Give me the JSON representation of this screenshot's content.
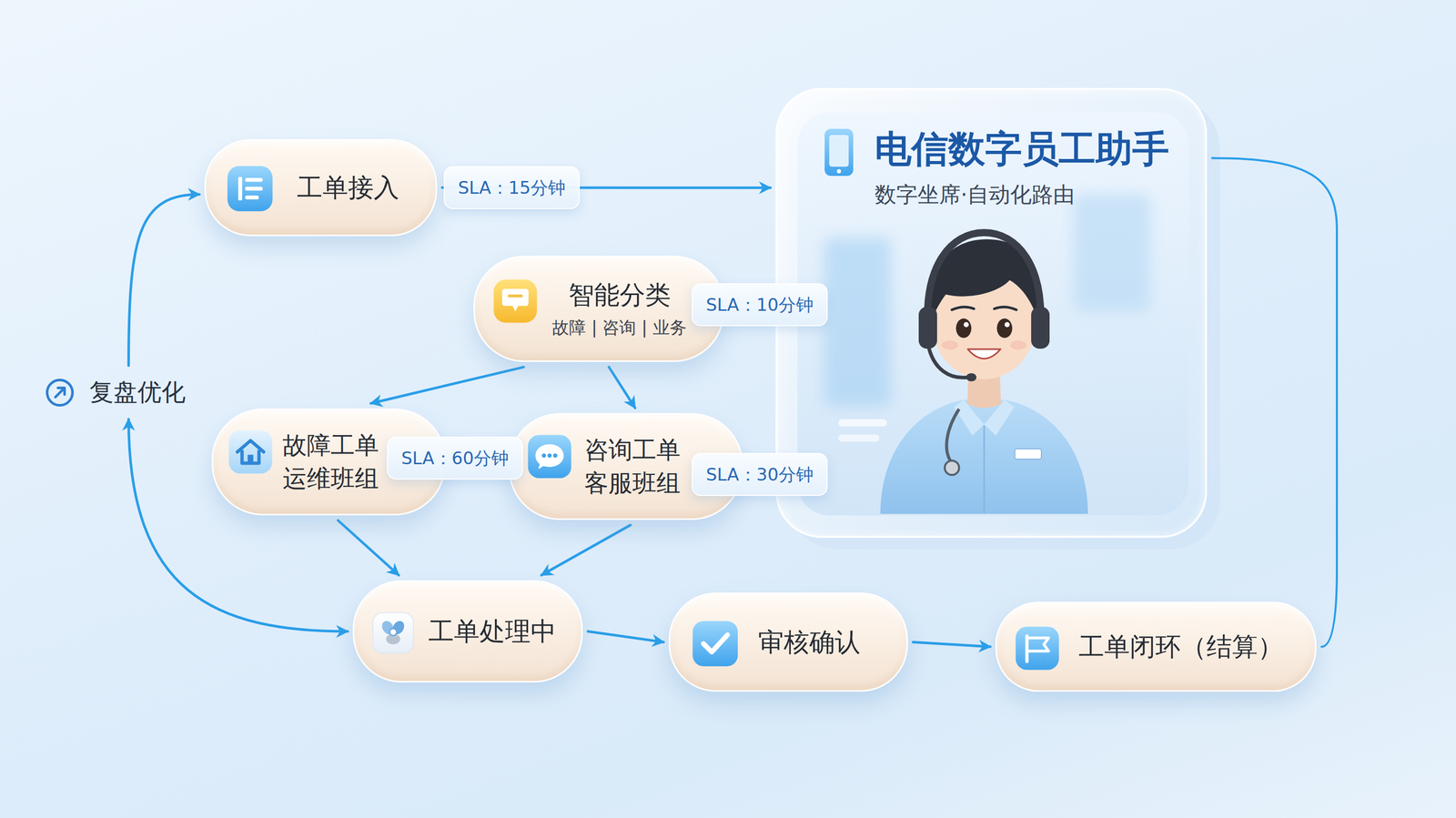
{
  "diagram": {
    "nodes": [
      {
        "text": [
          "工单接入"
        ]
      },
      {
        "text": [
          "电信数字员工助手",
          "数字坐席·自动化路由"
        ]
      },
      {
        "text": [
          "智能分类",
          "故障 | 咨询 | 业务"
        ]
      },
      {
        "text": [
          "复盘优化"
        ]
      },
      {
        "text": [
          "故障工单",
          "运维班组"
        ]
      },
      {
        "text": [
          "咨询工单",
          "客服班组"
        ]
      },
      {
        "text": [
          "工单处理中"
        ]
      },
      {
        "text": [
          "审核确认"
        ]
      },
      {
        "text": [
          "工单闭环（结算）"
        ]
      }
    ],
    "edges": [
      {
        "from": 0,
        "to": 1,
        "arrow": "to",
        "label": "SLA：15分钟"
      },
      {
        "from": 1,
        "to": 8,
        "arrow": "none"
      },
      {
        "from": 2,
        "to": 4,
        "arrow": "to"
      },
      {
        "from": 2,
        "to": 5,
        "arrow": "to"
      },
      {
        "from": 4,
        "to": 6,
        "arrow": "to"
      },
      {
        "from": 5,
        "to": 6,
        "arrow": "to"
      },
      {
        "from": 6,
        "to": 7,
        "arrow": "to"
      },
      {
        "from": 7,
        "to": 8,
        "arrow": "to"
      },
      {
        "from": 3,
        "to": 0,
        "arrow": "to"
      },
      {
        "from": 3,
        "to": 6,
        "arrow": "both"
      }
    ],
    "labels": [
      "SLA：10分钟",
      "SLA：60分钟",
      "SLA：30分钟"
    ]
  }
}
